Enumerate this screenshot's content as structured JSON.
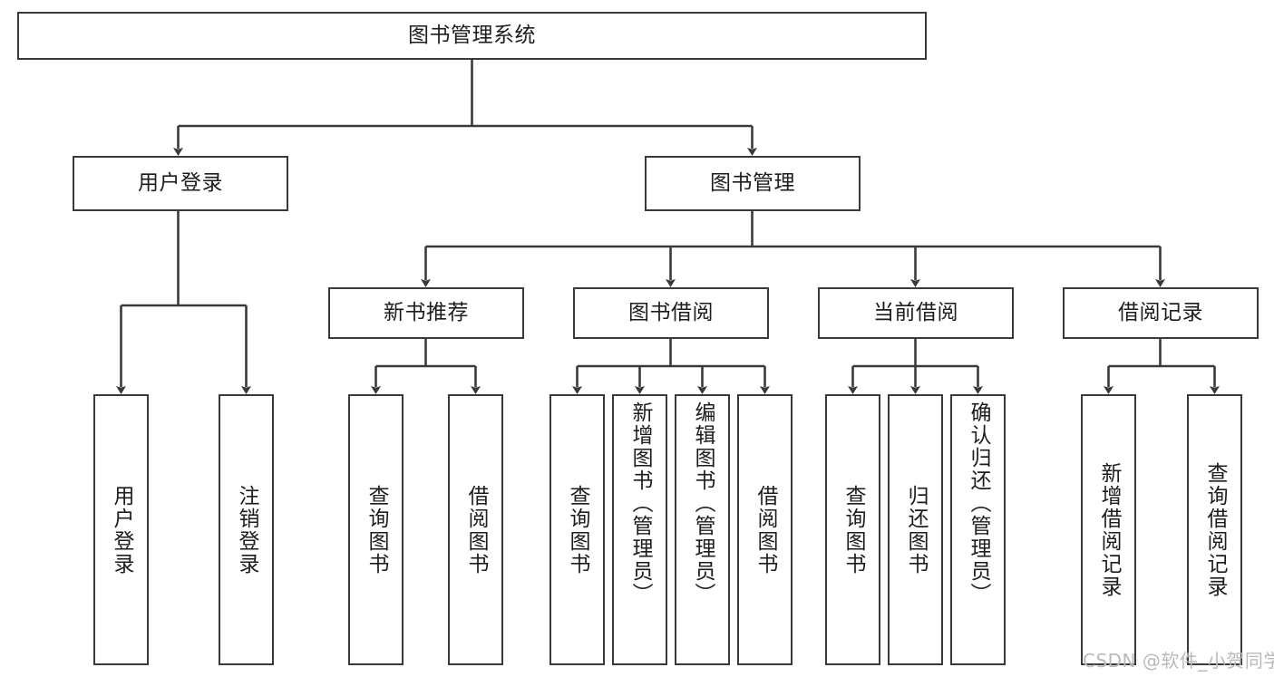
{
  "diagram": {
    "title": "图书管理系统",
    "background_color": "#ffffff",
    "stroke_color": "#3a3a3a",
    "text_color": "#1d1d1d",
    "nodes": {
      "root": {
        "label": "图书管理系统"
      },
      "level2": [
        {
          "id": "user-login",
          "label": "用户登录"
        },
        {
          "id": "book-management",
          "label": "图书管理"
        }
      ],
      "level3": [
        {
          "id": "new-book-recommend",
          "label": "新书推荐"
        },
        {
          "id": "book-borrow",
          "label": "图书借阅"
        },
        {
          "id": "current-borrow",
          "label": "当前借阅"
        },
        {
          "id": "borrow-record",
          "label": "借阅记录"
        }
      ],
      "leaves": {
        "user_login": [
          {
            "id": "leaf-user-login",
            "label": "用户登录"
          },
          {
            "id": "leaf-logout-login",
            "label": "注销登录"
          }
        ],
        "new_book_recommend": [
          {
            "id": "leaf-query-book-1",
            "label": "查询图书"
          },
          {
            "id": "leaf-borrow-book-1",
            "label": "借阅图书"
          }
        ],
        "book_borrow": [
          {
            "id": "leaf-query-book-2",
            "label": "查询图书"
          },
          {
            "id": "leaf-add-book",
            "label": "新增图书（管理员）"
          },
          {
            "id": "leaf-edit-book",
            "label": "编辑图书（管理员）"
          },
          {
            "id": "leaf-borrow-book-2",
            "label": "借阅图书"
          }
        ],
        "current_borrow": [
          {
            "id": "leaf-query-book-3",
            "label": "查询图书"
          },
          {
            "id": "leaf-return-book",
            "label": "归还图书"
          },
          {
            "id": "leaf-confirm-return",
            "label": "确认归还（管理员）"
          }
        ],
        "borrow_record": [
          {
            "id": "leaf-add-record",
            "label": "新增借阅记录"
          },
          {
            "id": "leaf-query-record",
            "label": "查询借阅记录"
          }
        ]
      }
    },
    "watermark": "CSDN @软件_小贺同学"
  }
}
